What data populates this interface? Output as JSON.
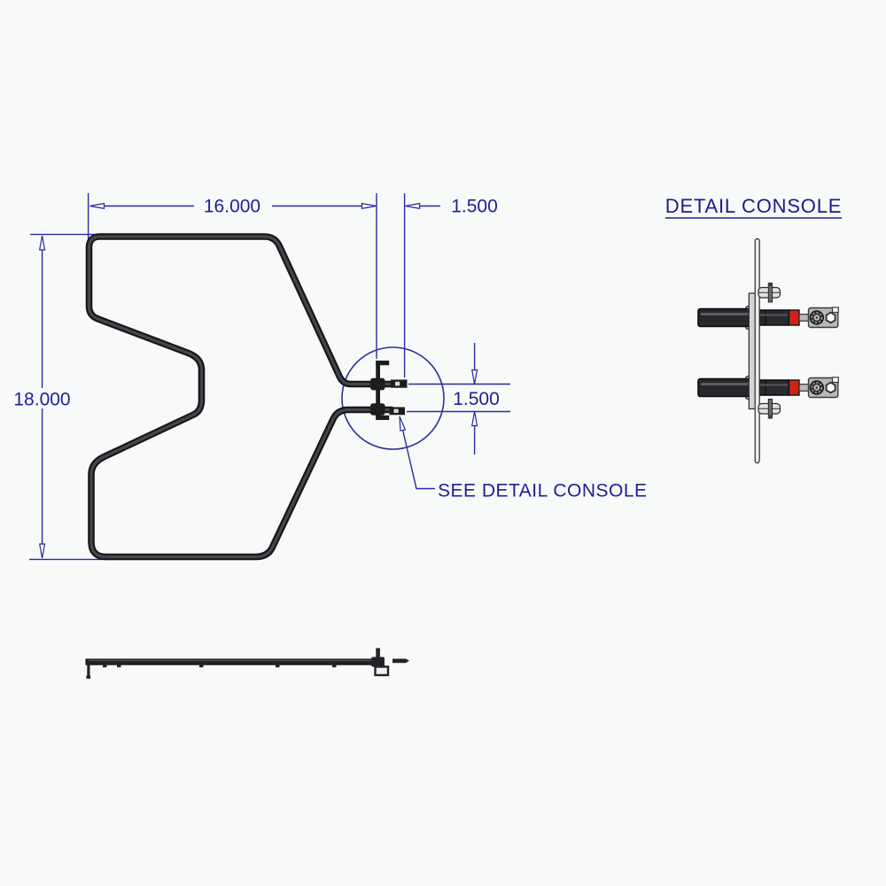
{
  "drawing": {
    "type": "technical-drawing",
    "subject": "oven bake heating element",
    "title_label": "DETAIL CONSOLE",
    "callout_note": "SEE DETAIL CONSOLE",
    "dimensions": {
      "overall_width_in": "16.000",
      "overall_height_in": "18.000",
      "terminal_extension_in": "1.500",
      "terminal_spacing_in": "1.500"
    },
    "colors": {
      "background": "#f8f9f9",
      "dimension_blue": "#2a2aa2",
      "text_blue": "#1e1e96",
      "element_dark": "#232327",
      "red_band": "#cf2318",
      "metal_light": "#c9c9c9"
    },
    "views": {
      "main": "top view of element loop with terminals",
      "side": "side profile view",
      "detail": "console / terminal detail view"
    }
  }
}
